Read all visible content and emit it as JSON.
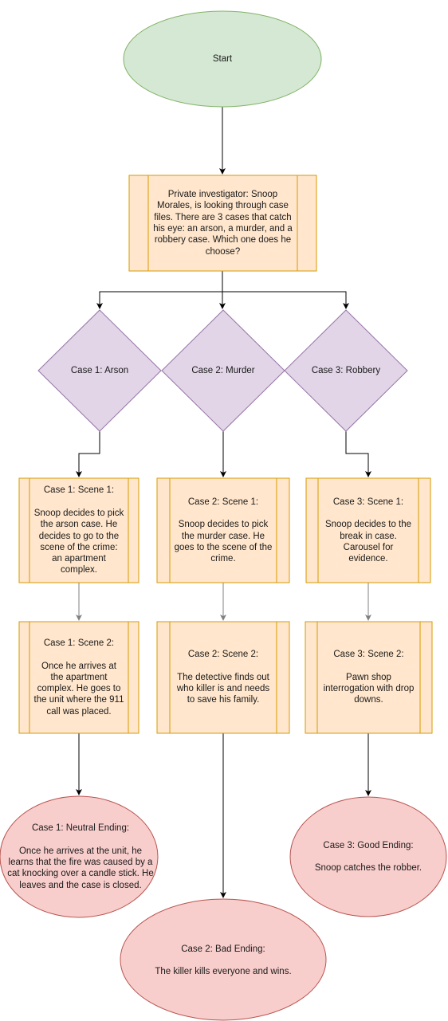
{
  "colors": {
    "start_fill": "#d5e8d4",
    "start_stroke": "#82b366",
    "process_fill": "#ffe6cc",
    "process_stroke": "#d79b00",
    "decision_fill": "#e1d5e7",
    "decision_stroke": "#9673a6",
    "ending_fill": "#f8cecc",
    "ending_stroke": "#b85450",
    "edge_dark": "#000000",
    "edge_gray": "#808080"
  },
  "start": {
    "label": "Start"
  },
  "intro": {
    "lines": [
      "Private investigator: Snoop",
      "Morales, is looking through case",
      "files. There are 3 cases that catch",
      "his eye:  an arson, a murder, and a",
      "robbery case. Which one does he",
      "choose?"
    ]
  },
  "decisions": {
    "arson": "Case 1: Arson",
    "murder": "Case 2: Murder",
    "robbery": "Case 3: Robbery"
  },
  "case1": {
    "scene1": {
      "title": "Case 1: Scene 1:",
      "lines": [
        "Snoop decides to pick",
        "the arson case. He",
        "decides to go to  the",
        "scene of the crime:",
        "an apartment",
        "complex."
      ]
    },
    "scene2": {
      "title": "Case 1: Scene 2:",
      "lines": [
        "Once he arrives at",
        "the apartment",
        "complex. He goes to",
        "the unit where the 911",
        "call was placed."
      ]
    },
    "ending": {
      "title": "Case 1: Neutral Ending:",
      "lines": [
        "Once he arrives at the unit, he",
        "learns that the fire was caused by a",
        "cat knocking over a candle stick. He",
        "leaves and the case is closed."
      ]
    }
  },
  "case2": {
    "scene1": {
      "title": "Case 2: Scene 1:",
      "lines": [
        "Snoop decides to pick",
        "the murder case. He",
        "goes to the scene of the",
        "crime."
      ]
    },
    "scene2": {
      "title": "Case 2: Scene 2:",
      "lines": [
        "The detective finds out",
        "who killer is and needs",
        "to save his family."
      ]
    },
    "ending": {
      "title": "Case 2: Bad Ending:",
      "lines": [
        "The killer kills everyone and wins."
      ]
    }
  },
  "case3": {
    "scene1": {
      "title": "Case 3: Scene 1:",
      "lines": [
        "Snoop decides to the",
        "break in case.",
        "Carousel for",
        "evidence."
      ]
    },
    "scene2": {
      "title": "Case 3: Scene 2:",
      "lines": [
        "Pawn shop",
        "interrogation with drop",
        "downs."
      ]
    },
    "ending": {
      "title": "Case 3: Good Ending:",
      "lines": [
        "Snoop catches the robber."
      ]
    }
  }
}
